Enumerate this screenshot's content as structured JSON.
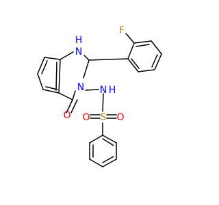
{
  "atoms": {
    "fluorine": "F",
    "amine_nh": "N",
    "amine_h": "H",
    "ring_n": "N",
    "carbonyl_o": "O",
    "sulfonamide_n": "N",
    "sulfonamide_h": "H",
    "sulfur": "S",
    "sulfonyl_o_left": "O",
    "sulfonyl_o_right": "O"
  },
  "colors": {
    "bond": "#000000",
    "fluorine": "#b8860b",
    "nitrogen": "#0000ff",
    "oxygen": "#ff0000",
    "sulfur": "#b8860b"
  }
}
